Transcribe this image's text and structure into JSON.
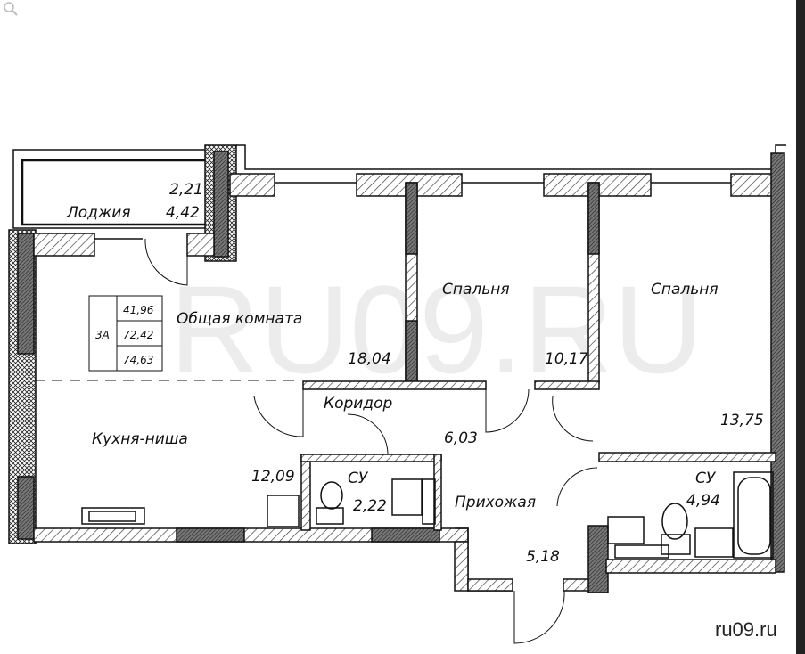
{
  "rooms": {
    "loggia": {
      "name": "Лоджия",
      "area_net": "2,21",
      "area": "4,42"
    },
    "living": {
      "name": "Общая комната",
      "area": "18,04"
    },
    "bedroom1": {
      "name": "Спальня",
      "area": "10,17"
    },
    "bedroom2": {
      "name": "Спальня",
      "area": "13,75"
    },
    "corridor": {
      "name": "Коридор",
      "area": "6,03"
    },
    "kitchen": {
      "name": "Кухня-ниша",
      "area": "12,09"
    },
    "bath1": {
      "name": "СУ",
      "area": "2,22"
    },
    "hall": {
      "name": "Прихожая",
      "area": "5,18"
    },
    "bath2": {
      "name": "СУ",
      "area": "4,94"
    }
  },
  "summary": {
    "type": "3А",
    "living_area": "41,96",
    "total_area": "72,42",
    "total_with_loggia": "74,63"
  },
  "watermark": "RU09.RU",
  "site": "ru09.ru",
  "colors": {
    "wall": "#111111",
    "hatch": "#555555"
  }
}
